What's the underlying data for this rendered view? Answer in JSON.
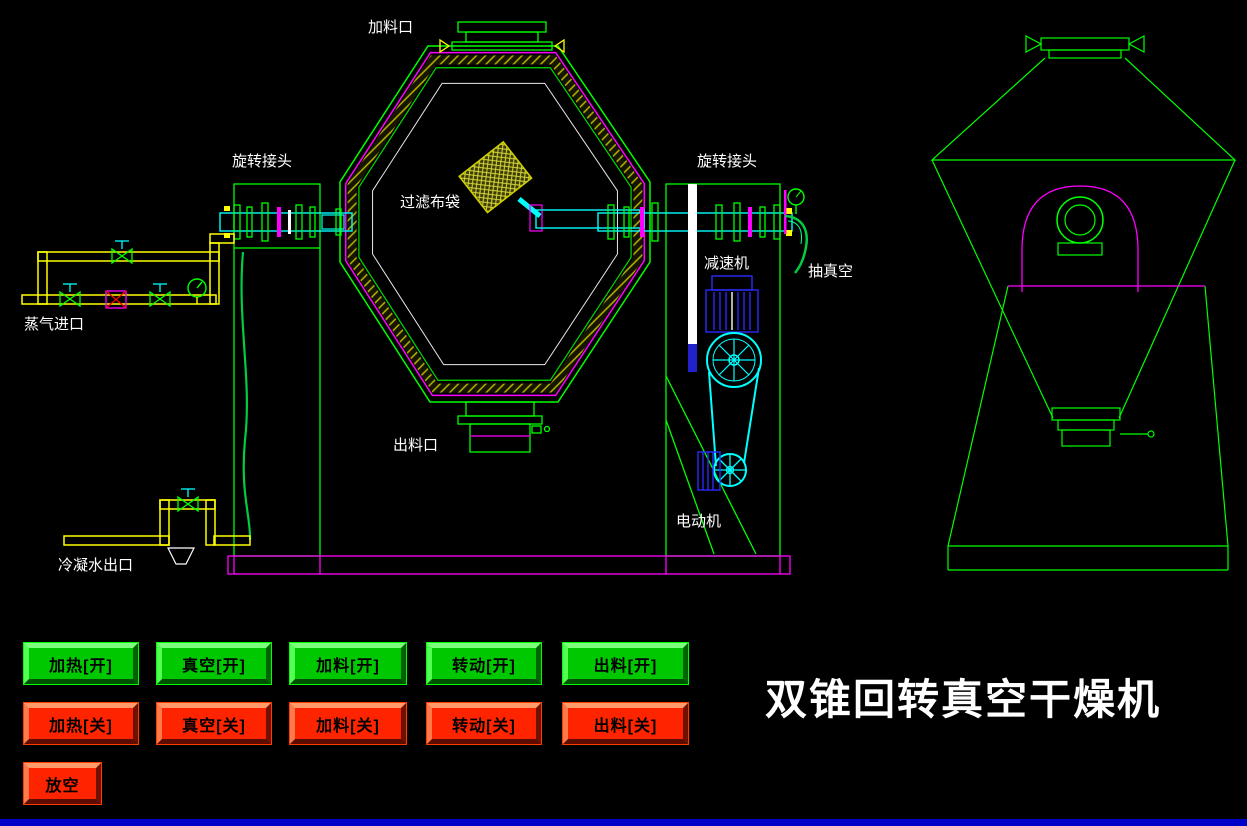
{
  "title": {
    "text": "双锥回转真空干燥机",
    "color": "#ffffff"
  },
  "diagram": {
    "labels": {
      "feed_port": "加料口",
      "rotary_joint_left": "旋转接头",
      "rotary_joint_right": "旋转接头",
      "filter_bag": "过滤布袋",
      "steam_inlet": "蒸气进口",
      "discharge_port": "出料口",
      "reducer": "减速机",
      "vacuum_pull": "抽真空",
      "motor": "电动机",
      "condensate_outlet": "冷凝水出口"
    },
    "colors": {
      "vessel_outline": "#00ff00",
      "jacket_line": "#ff00ff",
      "insulation_hatch": "#b8b800",
      "steam_pipe": "#ffff00",
      "vacuum_pipe": "#00ffff",
      "machine_blue": "#2a2aff",
      "label_text": "#ffffff"
    }
  },
  "controls": {
    "on_buttons": [
      {
        "id": "heat_on",
        "label": "加热[开]"
      },
      {
        "id": "vacuum_on",
        "label": "真空[开]"
      },
      {
        "id": "feed_on",
        "label": "加料[开]"
      },
      {
        "id": "rotate_on",
        "label": "转动[开]"
      },
      {
        "id": "discharge_on",
        "label": "出料[开]"
      }
    ],
    "off_buttons": [
      {
        "id": "heat_off",
        "label": "加热[关]"
      },
      {
        "id": "vacuum_off",
        "label": "真空[关]"
      },
      {
        "id": "feed_off",
        "label": "加料[关]"
      },
      {
        "id": "rotate_off",
        "label": "转动[关]"
      },
      {
        "id": "discharge_off",
        "label": "出料[关]"
      }
    ],
    "vent_button": {
      "id": "vent",
      "label": "放空"
    },
    "button_colors": {
      "on_face": "#00c800",
      "off_face": "#ff2400",
      "text": "#000000"
    }
  }
}
